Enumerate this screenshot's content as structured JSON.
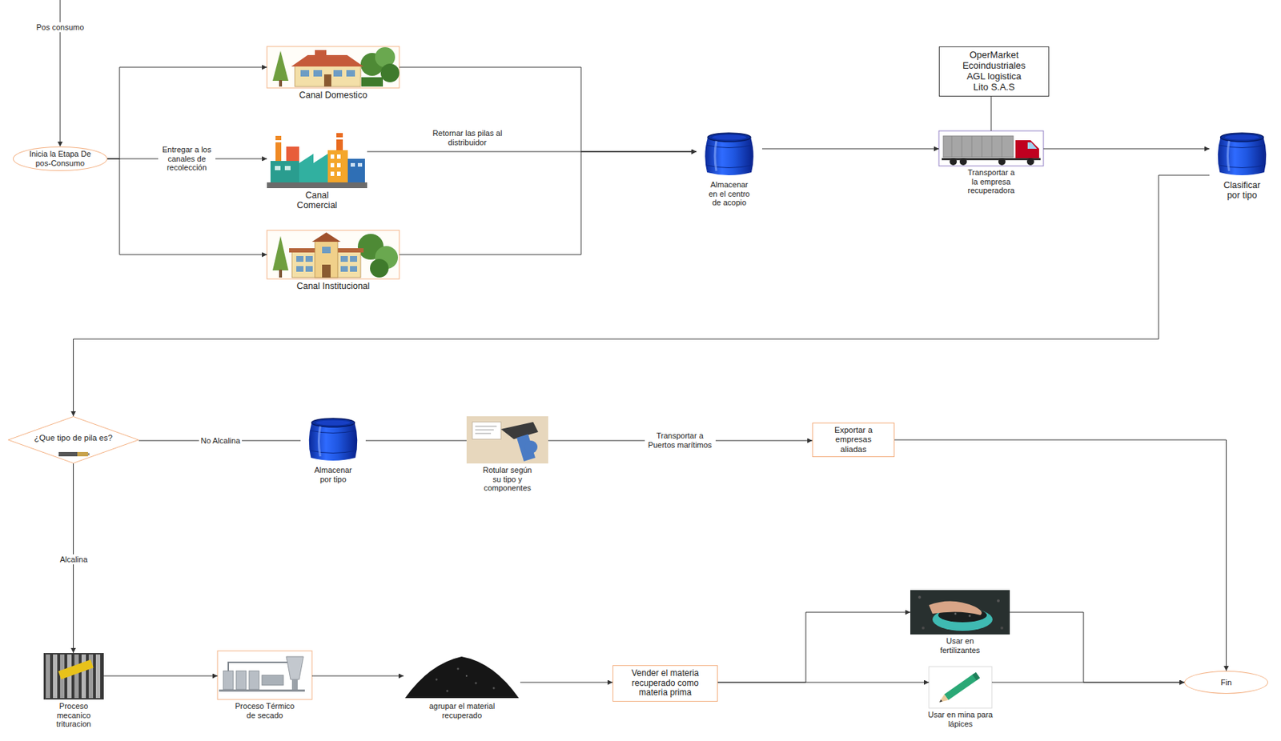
{
  "diagram": {
    "nodes": [
      {
        "text": [
          "Inicia la Etapa De pos-Consumo"
        ]
      },
      {
        "text": [
          "Canal Domestico"
        ]
      },
      {
        "text": [
          "Canal Comercial"
        ]
      },
      {
        "text": [
          "Canal Institucional"
        ]
      },
      {
        "text": [
          "Almacenar en el centro de acopio"
        ]
      },
      {
        "text": [
          "OperMarket Ecoindustriales AGL logistica Lito S.A.S"
        ]
      },
      {
        "text": [
          "Transportar a la empresa recuperadora"
        ]
      },
      {
        "text": [
          "Clasificar por tipo"
        ]
      },
      {
        "text": [
          "¿Que tipo de pila es?"
        ]
      },
      {
        "text": [
          "Almacenar por tipo"
        ]
      },
      {
        "text": [
          "Rotular según su tipo y componentes"
        ]
      },
      {
        "text": [
          "Exportar a empresas aliadas"
        ]
      },
      {
        "text": [
          "Proceso mecanico trituracion"
        ]
      },
      {
        "text": [
          "Proceso Térmico de secado"
        ]
      },
      {
        "text": [
          "agrupar el material recuperado"
        ]
      },
      {
        "text": [
          "Vender el materia recuperado como materia prima"
        ]
      },
      {
        "text": [
          "Usar en fertilizantes"
        ]
      },
      {
        "text": [
          "Usar en mina para lápices"
        ]
      },
      {
        "text": [
          "Fin"
        ]
      }
    ],
    "edges": [
      {
        "from": 0,
        "to": 1,
        "arrow": "to"
      },
      {
        "from": 0,
        "to": 2,
        "label": "Entregar a los canales de recolección",
        "arrow": "to"
      },
      {
        "from": 0,
        "to": 3,
        "arrow": "to"
      },
      {
        "from": 1,
        "to": 4,
        "arrow": "to"
      },
      {
        "from": 2,
        "to": 4,
        "label": "Retornar las pilas al distribuidor",
        "arrow": "to"
      },
      {
        "from": 3,
        "to": 4,
        "arrow": "to"
      },
      {
        "from": 4,
        "to": 6,
        "arrow": "to"
      },
      {
        "from": 5,
        "to": 6,
        "arrow": "none"
      },
      {
        "from": 6,
        "to": 7,
        "arrow": "to"
      },
      {
        "from": 7,
        "to": 8,
        "arrow": "to"
      },
      {
        "from": 8,
        "to": 9,
        "label": "No Alcalina",
        "arrow": "none"
      },
      {
        "from": 9,
        "to": 10,
        "arrow": "none"
      },
      {
        "from": 10,
        "to": 11,
        "label": "Transportar a Puertos marítimos",
        "arrow": "to"
      },
      {
        "from": 11,
        "to": 18,
        "arrow": "to"
      },
      {
        "from": 8,
        "to": 12,
        "label": "Alcalina",
        "arrow": "to"
      },
      {
        "from": 12,
        "to": 13,
        "arrow": "to"
      },
      {
        "from": 13,
        "to": 14,
        "arrow": "to"
      },
      {
        "from": 14,
        "to": 15,
        "arrow": "to"
      },
      {
        "from": 15,
        "to": 16,
        "arrow": "to"
      },
      {
        "from": 15,
        "to": 17,
        "arrow": "to"
      },
      {
        "from": 16,
        "to": 18,
        "arrow": "to"
      },
      {
        "from": 17,
        "to": 18,
        "arrow": "to"
      }
    ],
    "labels": [
      "Pos consumo"
    ]
  }
}
